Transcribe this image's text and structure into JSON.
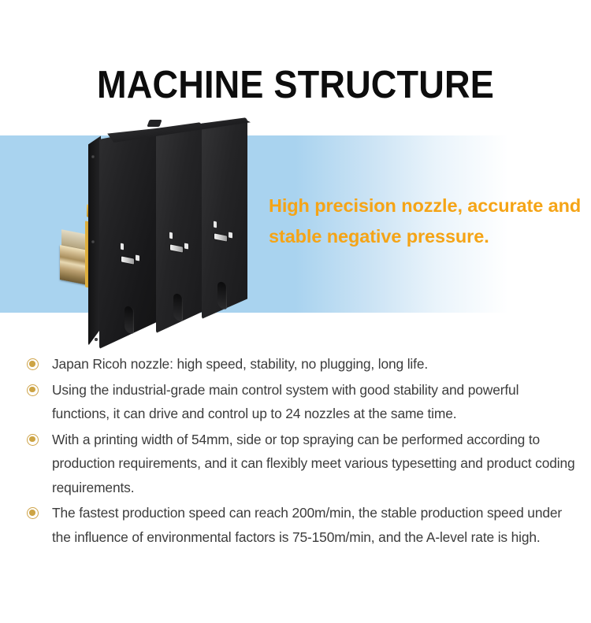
{
  "page": {
    "title": "MACHINE STRUCTURE",
    "background_color": "#ffffff"
  },
  "hero": {
    "band_color": "#a9d3ef",
    "gradient": "light blue fading to white toward the right",
    "tagline": "High precision nozzle, accurate and stable negative pressure.",
    "tagline_color": "#f5a416",
    "product_image_alt": "Three black industrial inkjet print head modules mounted side by side on a brass rail with exposed circuit board"
  },
  "features": {
    "bullet_color": "#cda445",
    "text_color": "#3c3c3c",
    "items": [
      {
        "text": "Japan Ricoh nozzle: high speed, stability, no plugging, long life."
      },
      {
        "text": "Using the industrial-grade main control system with good stability and powerful functions, it can drive and control up to 24 nozzles at the same time."
      },
      {
        "text": "With a printing width of 54mm, side or top spraying can be performed according to production requirements, and it can flexibly meet various typesetting and product coding requirements."
      },
      {
        "text": "The fastest production speed can reach 200m/min, the stable production speed under the influence of environmental factors is 75-150m/min, and the A-level rate is high."
      }
    ]
  }
}
